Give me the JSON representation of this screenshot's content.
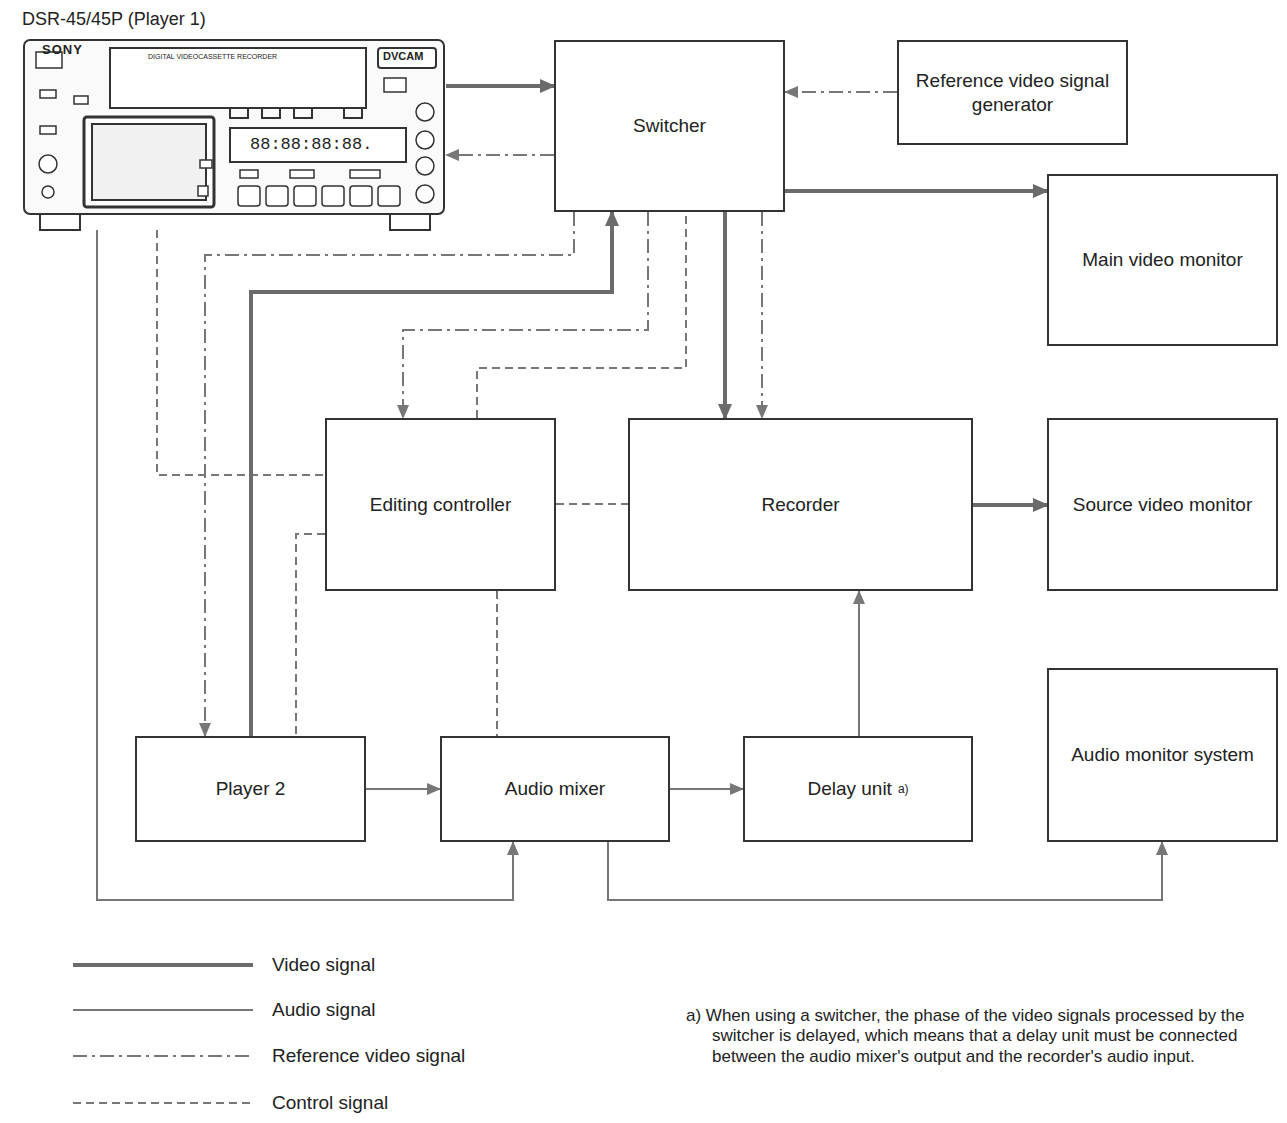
{
  "diagram": {
    "nodes": [
      {
        "text": [
          "DSR-45/45P (Player 1)"
        ]
      },
      {
        "text": [
          "Switcher"
        ]
      },
      {
        "text": [
          "Reference video signal generator"
        ]
      },
      {
        "text": [
          "Main video monitor"
        ]
      },
      {
        "text": [
          "Editing controller"
        ]
      },
      {
        "text": [
          "Recorder"
        ]
      },
      {
        "text": [
          "Source video monitor"
        ]
      },
      {
        "text": [
          "Player 2"
        ]
      },
      {
        "text": [
          "Audio mixer"
        ]
      },
      {
        "text": [
          "Delay unit",
          "a)"
        ]
      },
      {
        "text": [
          "Audio monitor system"
        ]
      }
    ],
    "edges": [
      {
        "from": 0,
        "to": 1,
        "arrow": "to"
      },
      {
        "from": 1,
        "to": 0,
        "arrow": "to"
      },
      {
        "from": 2,
        "to": 1,
        "arrow": "to"
      },
      {
        "from": 1,
        "to": 3,
        "arrow": "to"
      },
      {
        "from": 1,
        "to": 5,
        "arrow": "to"
      },
      {
        "from": 1,
        "to": 5,
        "arrow": "to"
      },
      {
        "from": 1,
        "to": 4,
        "arrow": "to"
      },
      {
        "from": 1,
        "to": 7,
        "arrow": "to"
      },
      {
        "from": 4,
        "to": 1,
        "arrow": "none"
      },
      {
        "from": 0,
        "to": 4,
        "arrow": "none"
      },
      {
        "from": 4,
        "to": 5,
        "arrow": "none"
      },
      {
        "from": 4,
        "to": 7,
        "arrow": "none"
      },
      {
        "from": 4,
        "to": 8,
        "arrow": "none"
      },
      {
        "from": 7,
        "to": 1,
        "arrow": "to"
      },
      {
        "from": 7,
        "to": 8,
        "arrow": "to"
      },
      {
        "from": 8,
        "to": 9,
        "arrow": "to"
      },
      {
        "from": 9,
        "to": 5,
        "arrow": "to"
      },
      {
        "from": 0,
        "to": 8,
        "arrow": "to"
      },
      {
        "from": 8,
        "to": 10,
        "arrow": "to"
      },
      {
        "from": 5,
        "to": 6,
        "arrow": "to"
      }
    ],
    "labels": [
      "SONY",
      "DVCAM",
      "DIGITAL VIDEOCASSETTE RECORDER",
      "88:88:88:88.",
      "a) When using a switcher, the phase of the video signals processed by the switcher is delayed, which means that a delay unit must be connected between the audio mixer's output and the recorder's audio input."
    ],
    "legend": [
      {
        "text": "Video signal"
      },
      {
        "text": "Audio signal"
      },
      {
        "text": "Reference video signal"
      },
      {
        "text": "Control signal"
      }
    ]
  }
}
